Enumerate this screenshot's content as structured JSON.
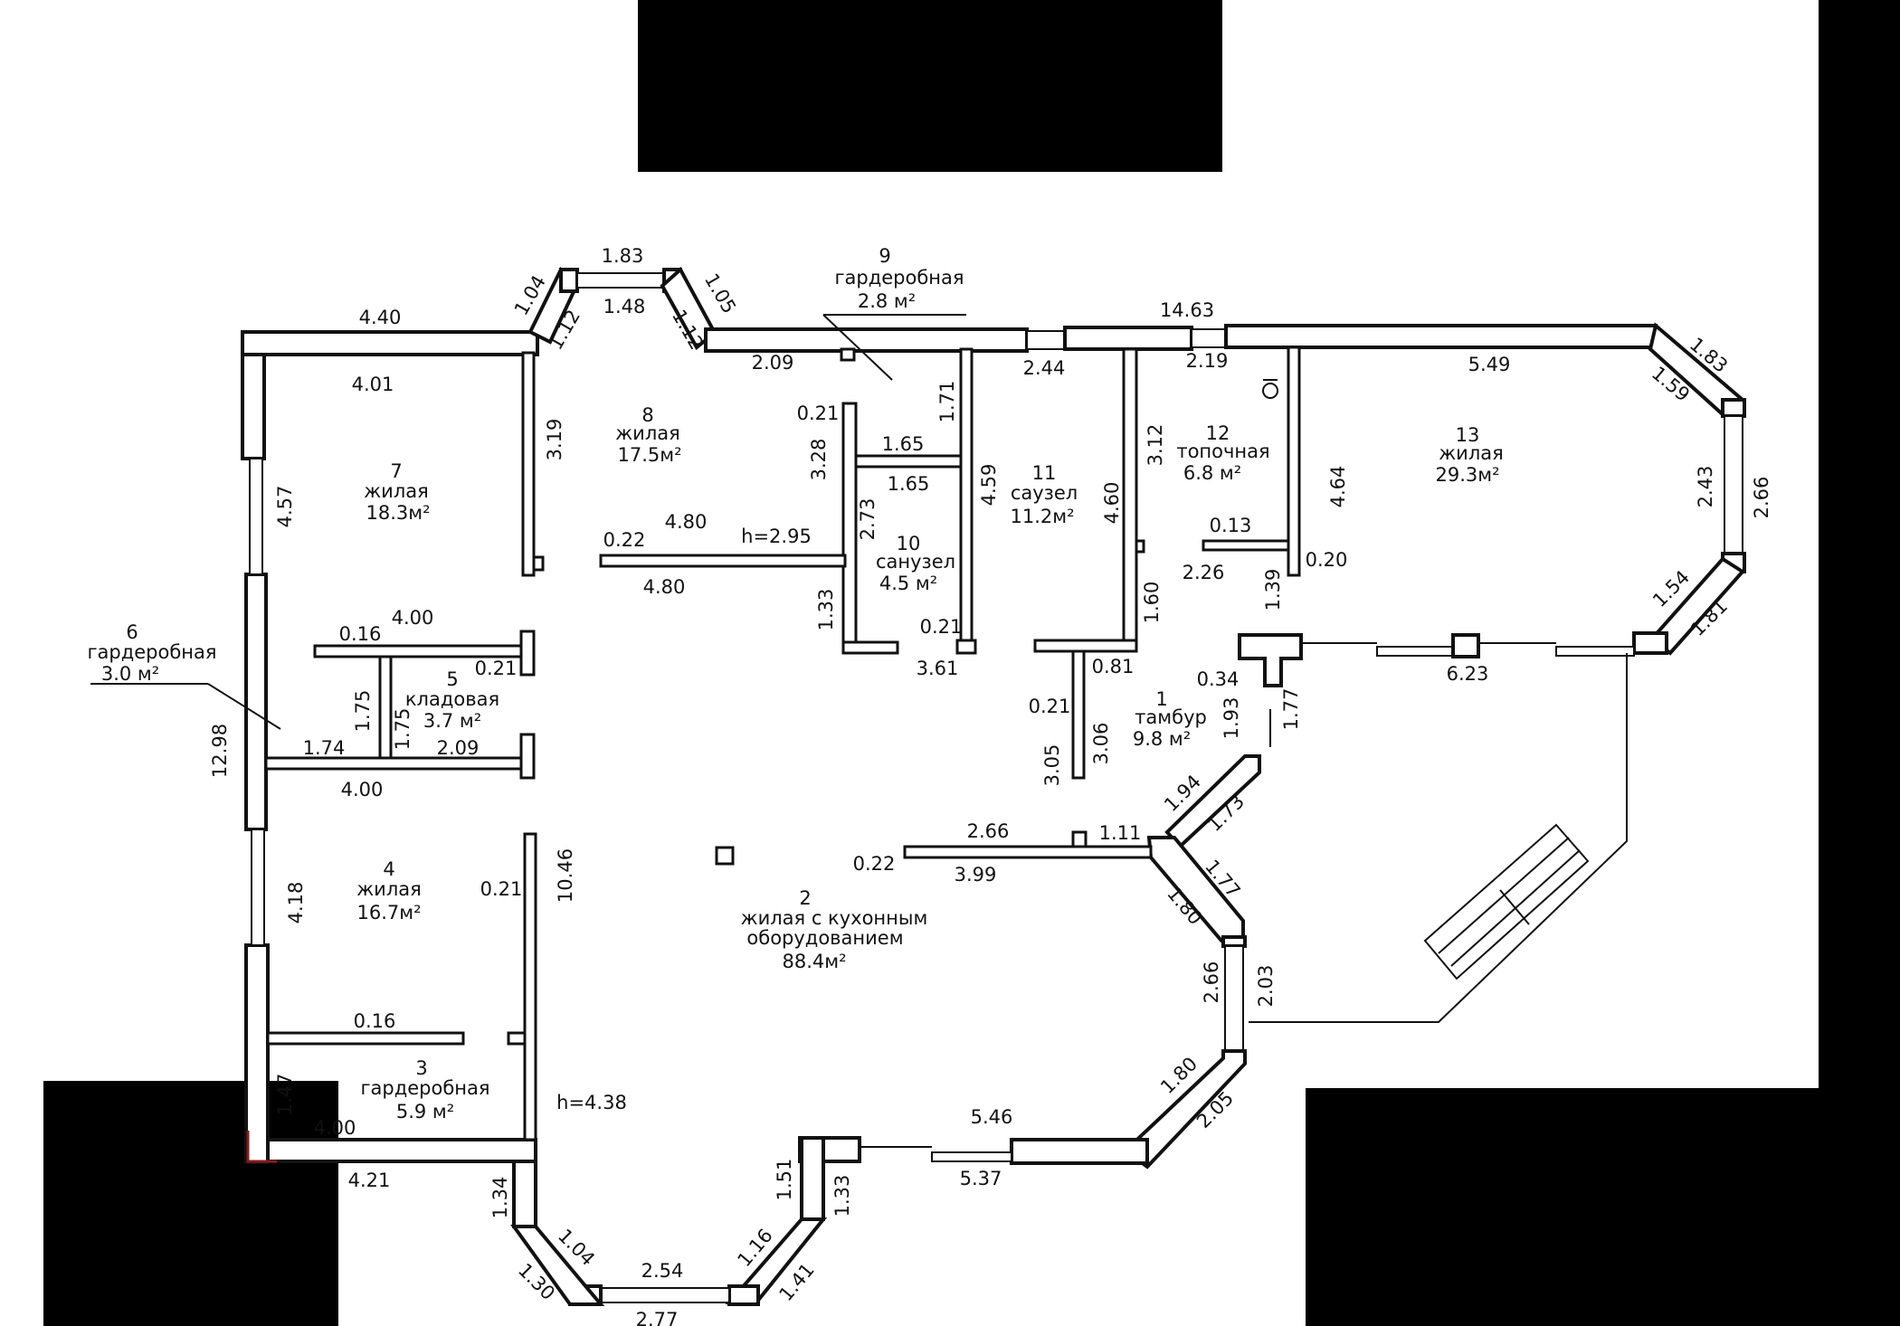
{
  "rooms": {
    "r1": {
      "num": "1",
      "name": "тамбур",
      "area": "9.8 м²"
    },
    "r2": {
      "num": "2",
      "name_line1": "жилая с кухонным",
      "name_line2": "оборудованием",
      "area": "88.4м²"
    },
    "r3": {
      "num": "3",
      "name": "гардеробная",
      "area": "5.9 м²"
    },
    "r4": {
      "num": "4",
      "name": "жилая",
      "area": "16.7м²"
    },
    "r5": {
      "num": "5",
      "name": "кладовая",
      "area": "3.7 м²"
    },
    "r6": {
      "num": "6",
      "name": "гардеробная",
      "area": "3.0 м²"
    },
    "r7": {
      "num": "7",
      "name": "жилая",
      "area": "18.3м²"
    },
    "r8": {
      "num": "8",
      "name": "жилая",
      "area": "17.5м²"
    },
    "r9": {
      "num": "9",
      "name": "гардеробная",
      "area": "2.8 м²"
    },
    "r10": {
      "num": "10",
      "name": "санузел",
      "area": "4.5 м²"
    },
    "r11": {
      "num": "11",
      "name": "саузел",
      "area": "11.2м²"
    },
    "r12": {
      "num": "12",
      "name": "топочная",
      "area": "6.8 м²"
    },
    "r13": {
      "num": "13",
      "name": "жилая",
      "area": "29.3м²"
    }
  },
  "heights": {
    "h1": "h=2.95",
    "h2": "h=4.38"
  },
  "dims": {
    "d_183t": "1.83",
    "d_148": "1.48",
    "d_104t": "1.04",
    "d_112a": "1.12",
    "d_105": "1.05",
    "d_112b": "1.12",
    "d_440": "4.40",
    "d_401": "4.01",
    "d_1463": "14.63",
    "d_209t": "2.09",
    "d_244": "2.44",
    "d_219": "2.19",
    "d_549": "5.49",
    "d_183r": "1.83",
    "d_159": "1.59",
    "d_243": "2.43",
    "d_266r": "2.66",
    "d_154": "1.54",
    "d_181": "1.81",
    "d_623": "6.23",
    "d_319": "3.19",
    "d_457": "4.57",
    "d_021a": "0.21",
    "d_328": "3.28",
    "d_165a": "1.65",
    "d_165b": "1.65",
    "d_171": "1.71",
    "d_459": "4.59",
    "d_312": "3.12",
    "d_460": "4.60",
    "d_464": "4.64",
    "d_273": "2.73",
    "d_480a": "4.80",
    "d_480b": "4.80",
    "d_022a": "0.22",
    "d_013": "0.13",
    "d_226": "2.26",
    "d_139": "1.39",
    "d_020": "0.20",
    "d_133a": "1.33",
    "d_021b": "0.21",
    "d_361": "3.61",
    "d_160": "1.60",
    "d_081": "0.81",
    "d_034": "0.34",
    "d_193": "1.93",
    "d_177a": "1.77",
    "d_021c": "0.21",
    "d_305": "3.05",
    "d_306": "3.06",
    "d_400a": "4.00",
    "d_016a": "0.16",
    "d_021d": "0.21",
    "d_175a": "1.75",
    "d_175b": "1.75",
    "d_174": "1.74",
    "d_209m": "2.09",
    "d_400b": "4.00",
    "d_1298": "12.98",
    "d_194": "1.94",
    "d_173": "1.73",
    "d_266m": "2.66",
    "d_111": "1.11",
    "d_022b": "0.22",
    "d_399": "3.99",
    "d_177b": "1.77",
    "d_180a": "1.80",
    "d_1046": "10.46",
    "d_021e": "0.21",
    "d_418": "4.18",
    "d_016b": "0.16",
    "d_266b": "2.66",
    "d_203": "2.03",
    "d_180b": "1.80",
    "d_205": "2.05",
    "d_147": "1.47",
    "d_400c": "4.00",
    "d_546": "5.46",
    "d_537": "5.37",
    "d_421": "4.21",
    "d_134": "1.34",
    "d_151": "1.51",
    "d_133b": "1.33",
    "d_104b": "1.04",
    "d_116": "1.16",
    "d_254": "2.54",
    "d_130": "1.30",
    "d_141": "1.41",
    "d_277": "2.77"
  },
  "colors": {
    "background": "#000000",
    "sheet": "#ffffff",
    "ink": "#111111",
    "corner_accent": "#8b1a1a"
  }
}
